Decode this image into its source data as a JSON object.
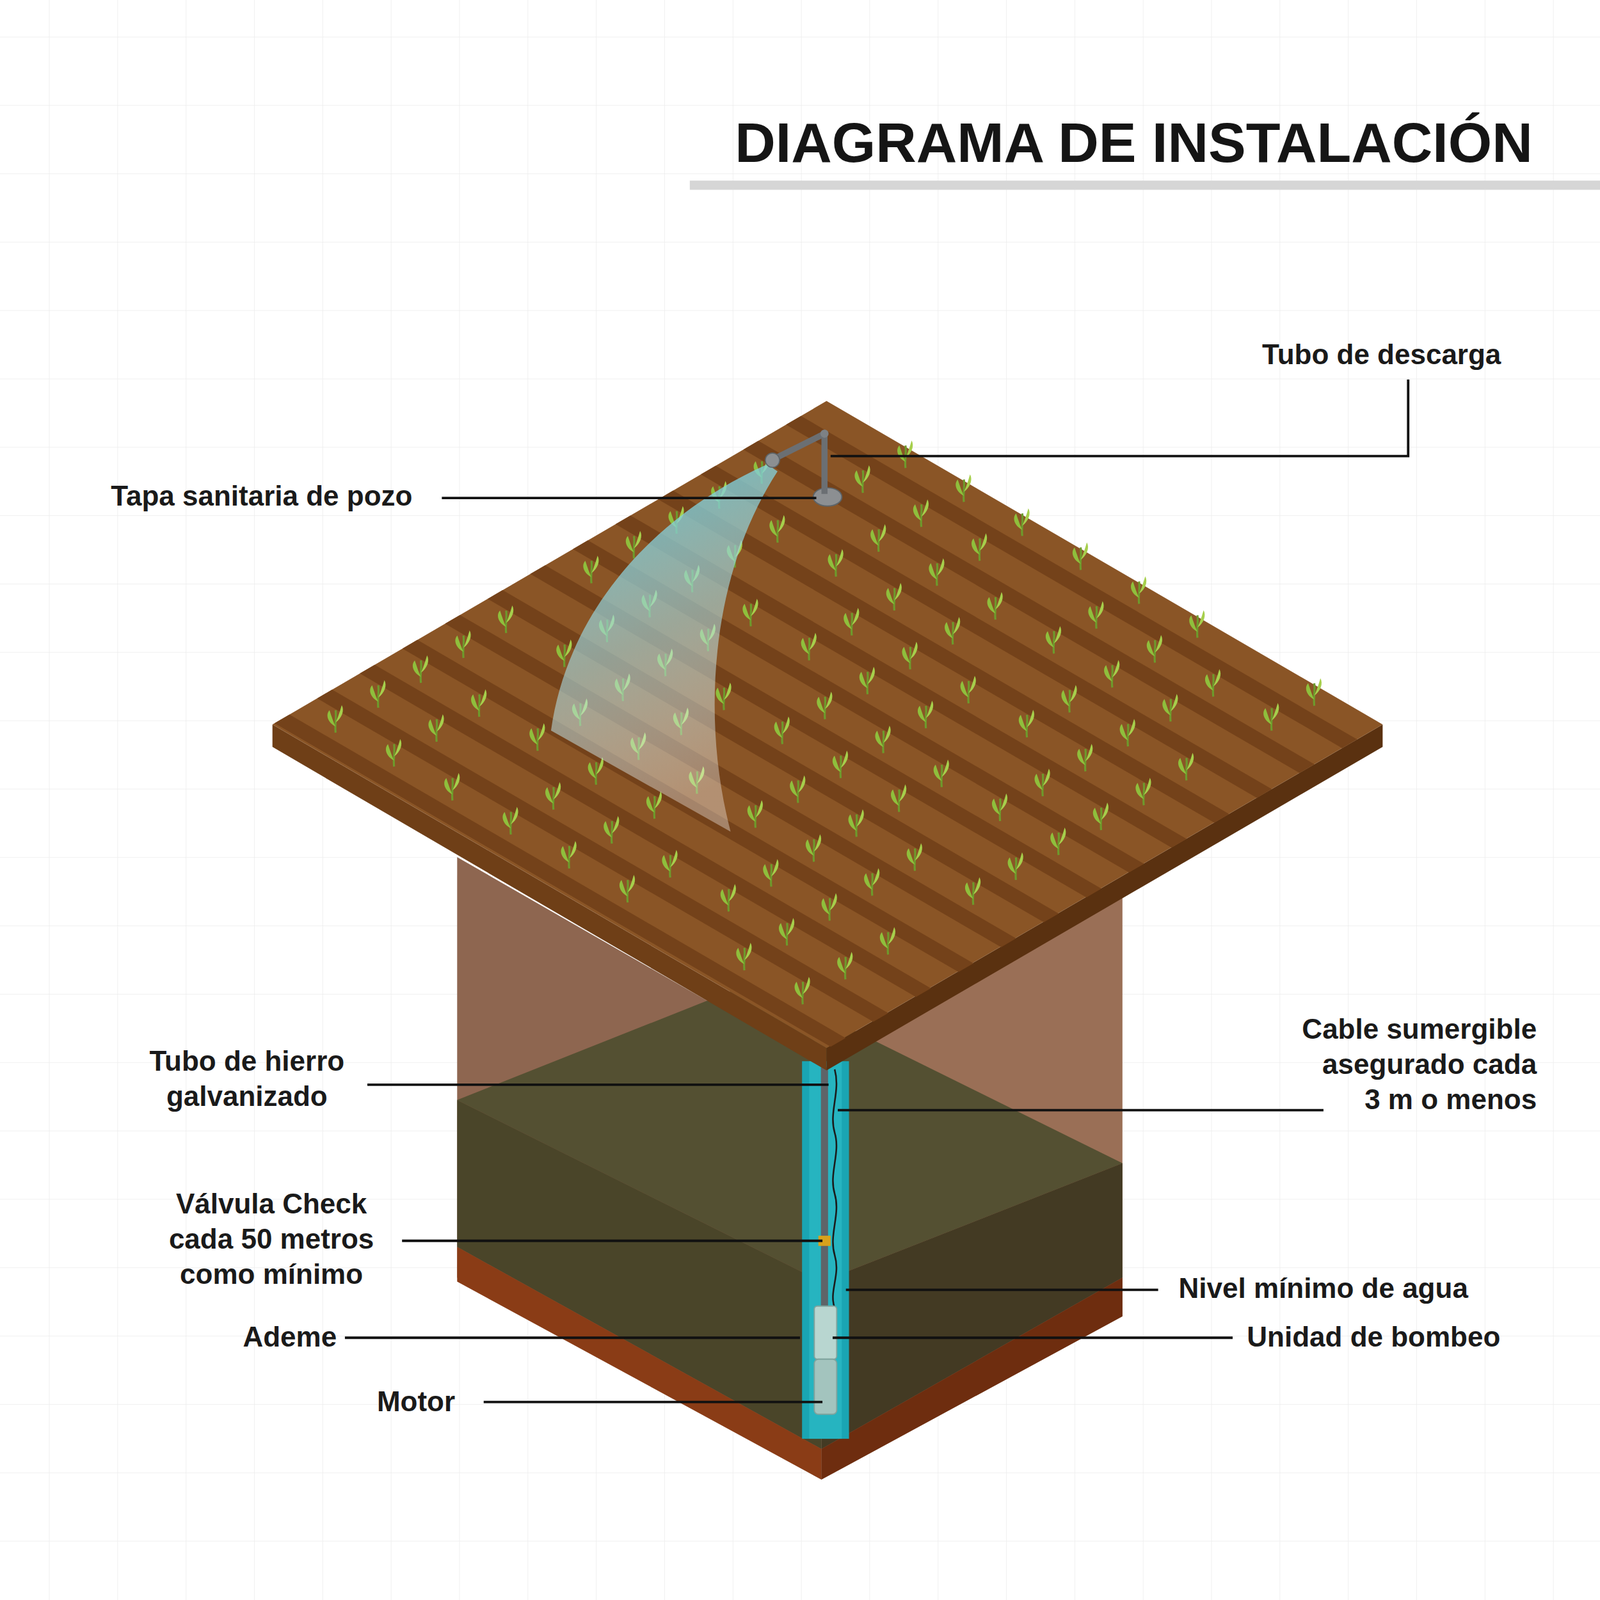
{
  "diagram": {
    "title": "DIAGRAMA DE INSTALACIÓN",
    "labels": [
      "Tubo de descarga",
      "Tapa sanitaria de pozo",
      "Tubo de hierro galvanizado",
      "Cable sumergible asegurado cada 3 m o menos",
      "Válvula Check cada 50 metros como mínimo",
      "Nivel mínimo de agua",
      "Ademe",
      "Unidad de bombeo",
      "Motor"
    ]
  }
}
